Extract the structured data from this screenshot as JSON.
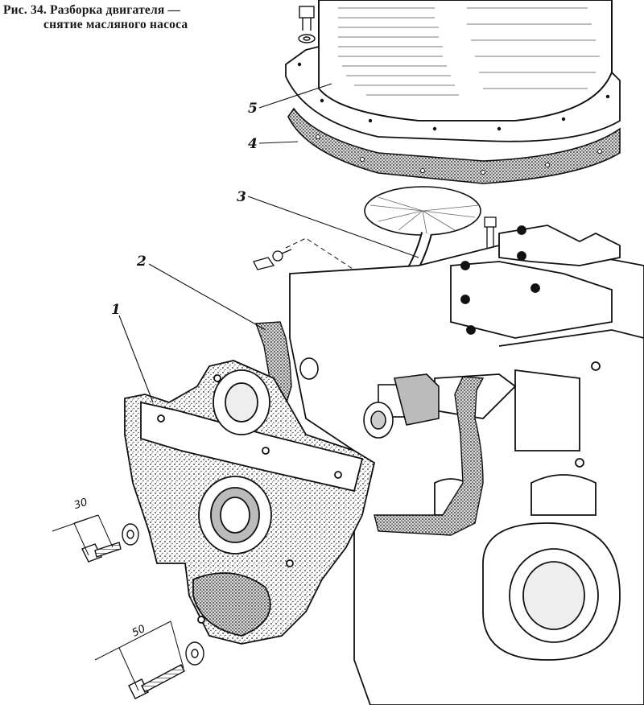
{
  "caption": {
    "line1": "Рис. 34. Разборка двигателя —",
    "line2": "снятие масляного насоса"
  },
  "callouts": [
    "1",
    "2",
    "3",
    "4",
    "5"
  ],
  "dimensions": {
    "short_bolt_length": "30",
    "long_bolt_length": "50"
  }
}
